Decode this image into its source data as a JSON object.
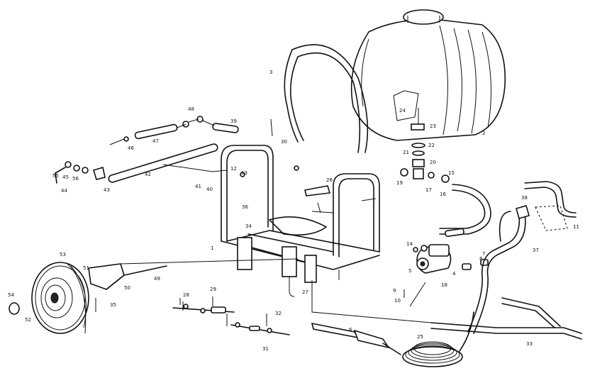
{
  "labels": {
    "l1": "1",
    "l2": "2",
    "l3": "3",
    "l4": "4",
    "l5": "5",
    "l6": "6",
    "l7": "7",
    "l8": "8",
    "l9": "9",
    "l10": "10",
    "l11": "11",
    "l12": "12",
    "l13": "13",
    "l14": "14",
    "l15": "15",
    "l16": "16",
    "l17": "17",
    "l18": "18",
    "l19": "19",
    "l20": "20",
    "l21": "21",
    "l22": "22",
    "l23": "23",
    "l24": "24",
    "l25": "25",
    "l26": "26",
    "l27": "27",
    "l28": "28",
    "l29": "29",
    "l30": "30",
    "l31": "31",
    "l32": "32",
    "l33": "33",
    "l34": "34",
    "l35": "35",
    "l36": "36",
    "l37": "37",
    "l38": "38",
    "l39": "39",
    "l40": "40",
    "l41": "41",
    "l42": "42",
    "l43": "43",
    "l44": "44",
    "l45": "45",
    "l46": "46",
    "l47": "47",
    "l48": "48",
    "l49": "49",
    "l50": "50",
    "l51": "51",
    "l52": "52",
    "l53": "53",
    "l54": "54",
    "l55": "55",
    "l56": "56"
  }
}
